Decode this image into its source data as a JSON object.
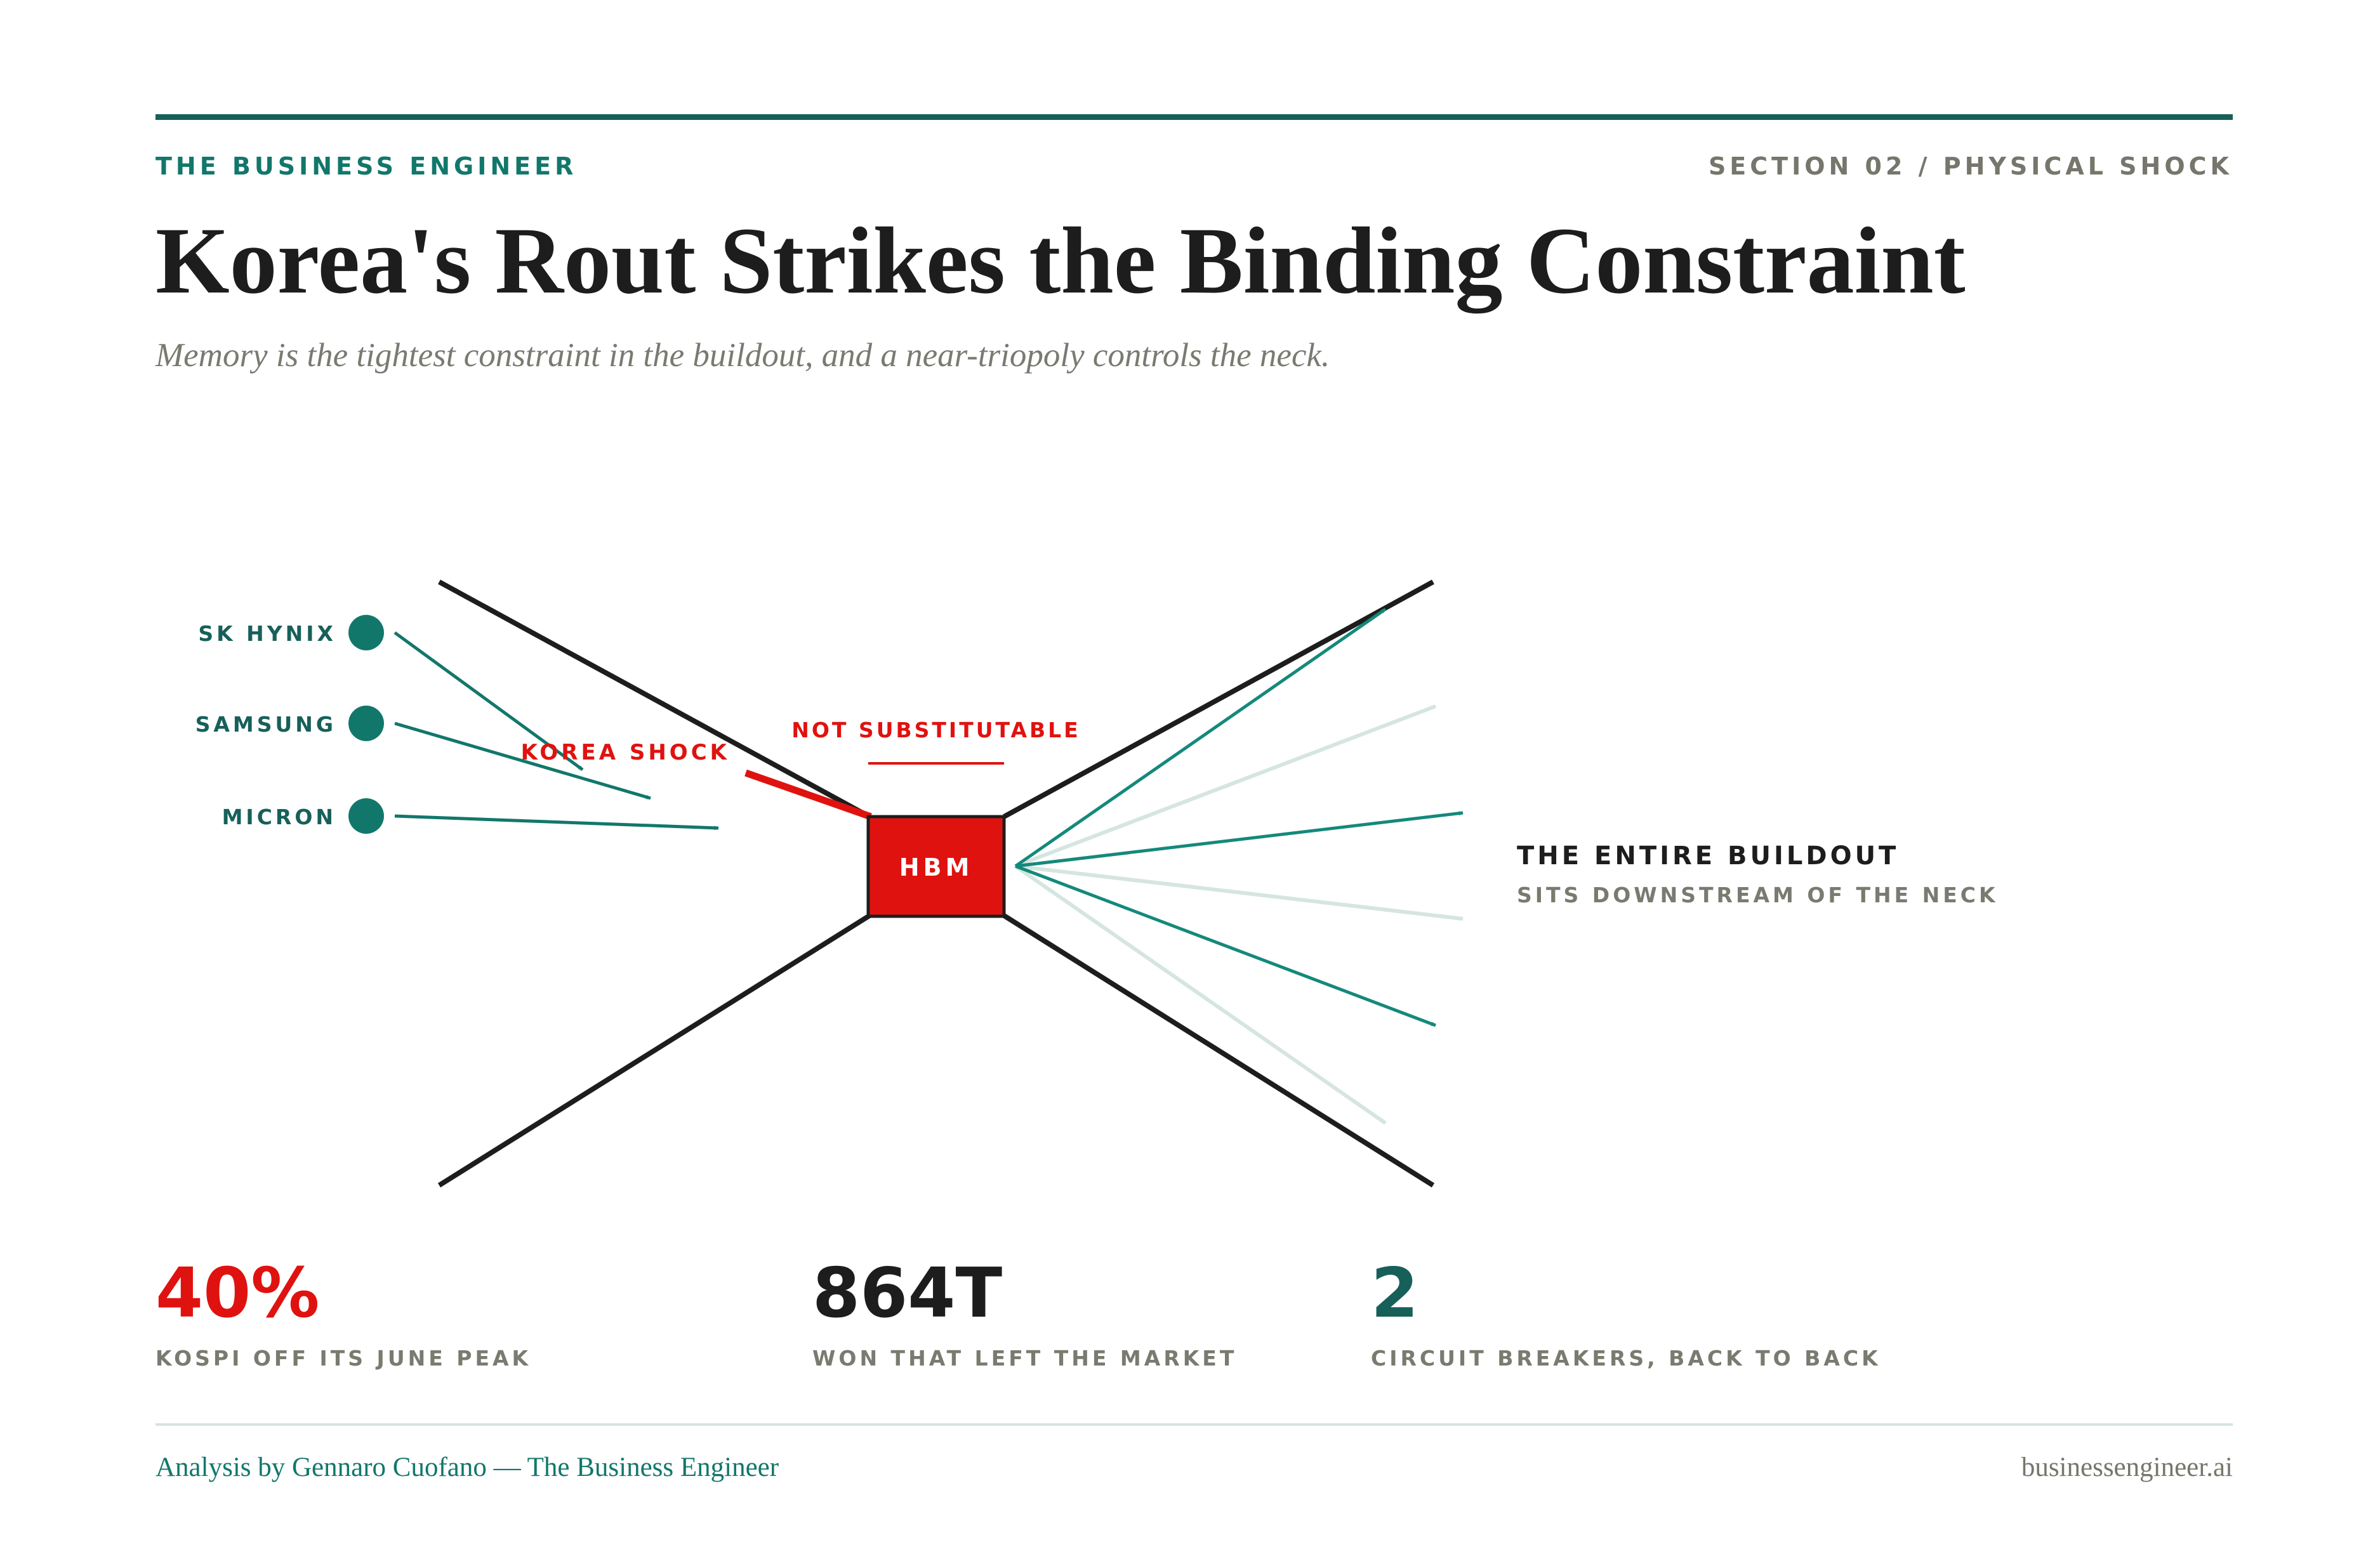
{
  "header": {
    "brand": "THE BUSINESS ENGINEER",
    "section": "SECTION 02 / PHYSICAL SHOCK",
    "title": "Korea's Rout Strikes the Binding Constraint",
    "subtitle": "Memory is the tightest constraint in the buildout, and a near-triopoly controls the neck."
  },
  "diagram": {
    "suppliers": [
      "SK HYNIX",
      "SAMSUNG",
      "MICRON"
    ],
    "neck_label": "HBM",
    "shock_label": "KOREA SHOCK",
    "neck_tag": "NOT SUBSTITUTABLE",
    "downstream_title": "THE ENTIRE BUILDOUT",
    "downstream_subtitle": "SITS DOWNSTREAM OF THE NECK"
  },
  "stats": [
    {
      "value": "40%",
      "label": "KOSPI OFF ITS JUNE PEAK",
      "color": "#e0120f"
    },
    {
      "value": "864T",
      "label": "WON THAT LEFT THE MARKET",
      "color": "#1d1d1d"
    },
    {
      "value": "2",
      "label": "CIRCUIT BREAKERS, BACK TO BACK",
      "color": "#17605a"
    }
  ],
  "footer": {
    "credit": "Analysis by Gennaro Cuofano — The Business Engineer",
    "site": "businessengineer.ai"
  },
  "colors": {
    "teal": "#12776b",
    "dark_teal": "#17605a",
    "red": "#e0120f",
    "light_teal": "#d5e5e0",
    "ink": "#1d1d1d"
  }
}
